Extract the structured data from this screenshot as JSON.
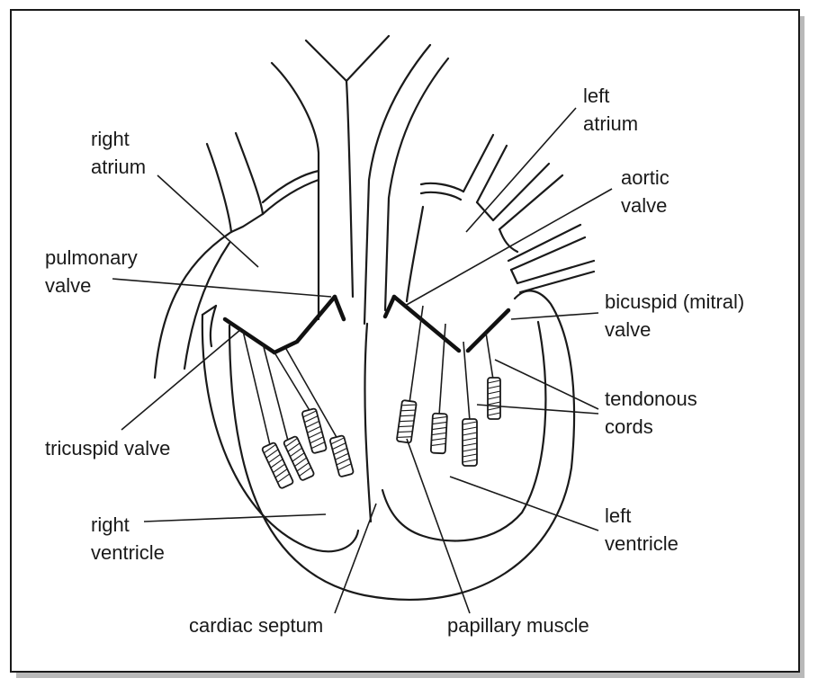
{
  "labels": {
    "right_atrium": [
      "right",
      "atrium"
    ],
    "left_atrium": [
      "left",
      "atrium"
    ],
    "aortic_valve": [
      "aortic",
      "valve"
    ],
    "pulmonary_valve": [
      "pulmonary",
      "valve"
    ],
    "bicuspid_valve": [
      "bicuspid (mitral)",
      "valve"
    ],
    "tendonous_cords": [
      "tendonous",
      "cords"
    ],
    "tricuspid_valve": [
      "tricuspid valve"
    ],
    "right_ventricle": [
      "right",
      "ventricle"
    ],
    "left_ventricle": [
      "left",
      "ventricle"
    ],
    "cardiac_septum": [
      "cardiac septum"
    ],
    "papillary_muscle": [
      "papillary muscle"
    ]
  },
  "colors": {
    "ink": "#1a1a1a",
    "background": "#ffffff",
    "shadow": "#b9b9b9"
  }
}
